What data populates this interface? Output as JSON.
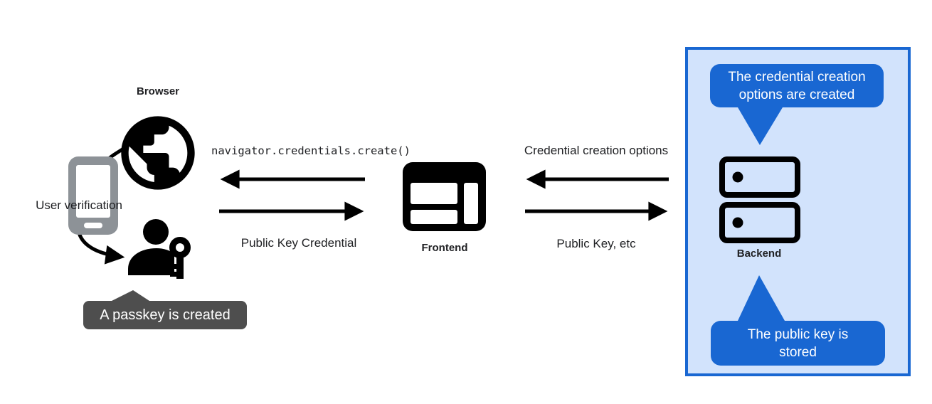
{
  "nodes": {
    "browser": {
      "label": "Browser",
      "icon": "globe-icon"
    },
    "user_verification": {
      "label": "User verification",
      "icon": "smartphone-icon"
    },
    "passkey_user": {
      "icon": "person-key-icon"
    },
    "frontend": {
      "label": "Frontend",
      "icon": "web-window-icon"
    },
    "backend": {
      "label": "Backend",
      "icon": "server-stack-icon"
    }
  },
  "flows": {
    "frontend_to_browser": {
      "label": "navigator.credentials.create()",
      "direction": "left"
    },
    "browser_to_frontend": {
      "label": "Public Key Credential",
      "direction": "right"
    },
    "backend_to_frontend": {
      "label": "Credential creation options",
      "direction": "left"
    },
    "frontend_to_backend": {
      "label": "Public Key, etc",
      "direction": "right"
    }
  },
  "callouts": {
    "passkey_created": {
      "text": "A passkey is created"
    },
    "creation_options": {
      "lines": [
        "The credential creation",
        "options are created"
      ]
    },
    "public_key_stored": {
      "lines": [
        "The public key is",
        "stored"
      ]
    }
  },
  "colors": {
    "accent_blue": "#1967d2",
    "backend_panel_fill": "#d2e3fc",
    "dark_callout": "#4e4e4e",
    "phone_gray": "#8d9297",
    "ink": "#000000"
  }
}
